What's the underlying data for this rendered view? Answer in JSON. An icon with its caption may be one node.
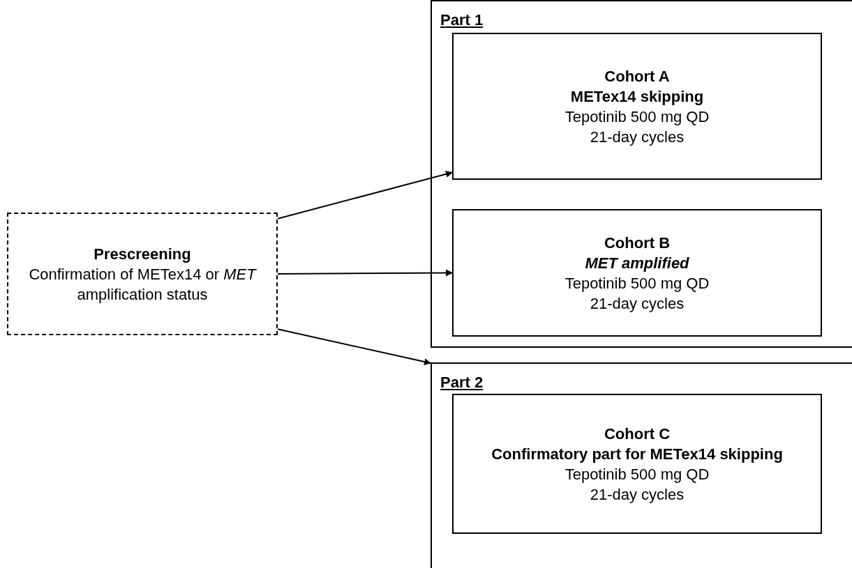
{
  "diagram": {
    "nodes": [
      {
        "text": [
          "Prescreening",
          "Confirmation of METex14 or *MET* amplification status"
        ]
      },
      {
        "text": [
          "Part 1"
        ]
      },
      {
        "text": [
          "Cohort A",
          "METex14 skipping",
          "Tepotinib 500 mg QD",
          "21-day cycles"
        ],
        "in": 1
      },
      {
        "text": [
          "Cohort B",
          "MET amplified",
          "Tepotinib 500 mg QD",
          "21-day cycles"
        ],
        "in": 1
      },
      {
        "text": [
          "Part 2"
        ]
      },
      {
        "text": [
          "Cohort C",
          "Confirmatory part for METex14 skipping",
          "Tepotinib 500 mg QD",
          "21-day cycles"
        ],
        "in": 4
      }
    ],
    "edges": [
      {
        "from": 0,
        "to": 2,
        "arrow": "to"
      },
      {
        "from": 0,
        "to": 3,
        "arrow": "to"
      },
      {
        "from": 0,
        "to": 4,
        "arrow": "to"
      }
    ]
  }
}
